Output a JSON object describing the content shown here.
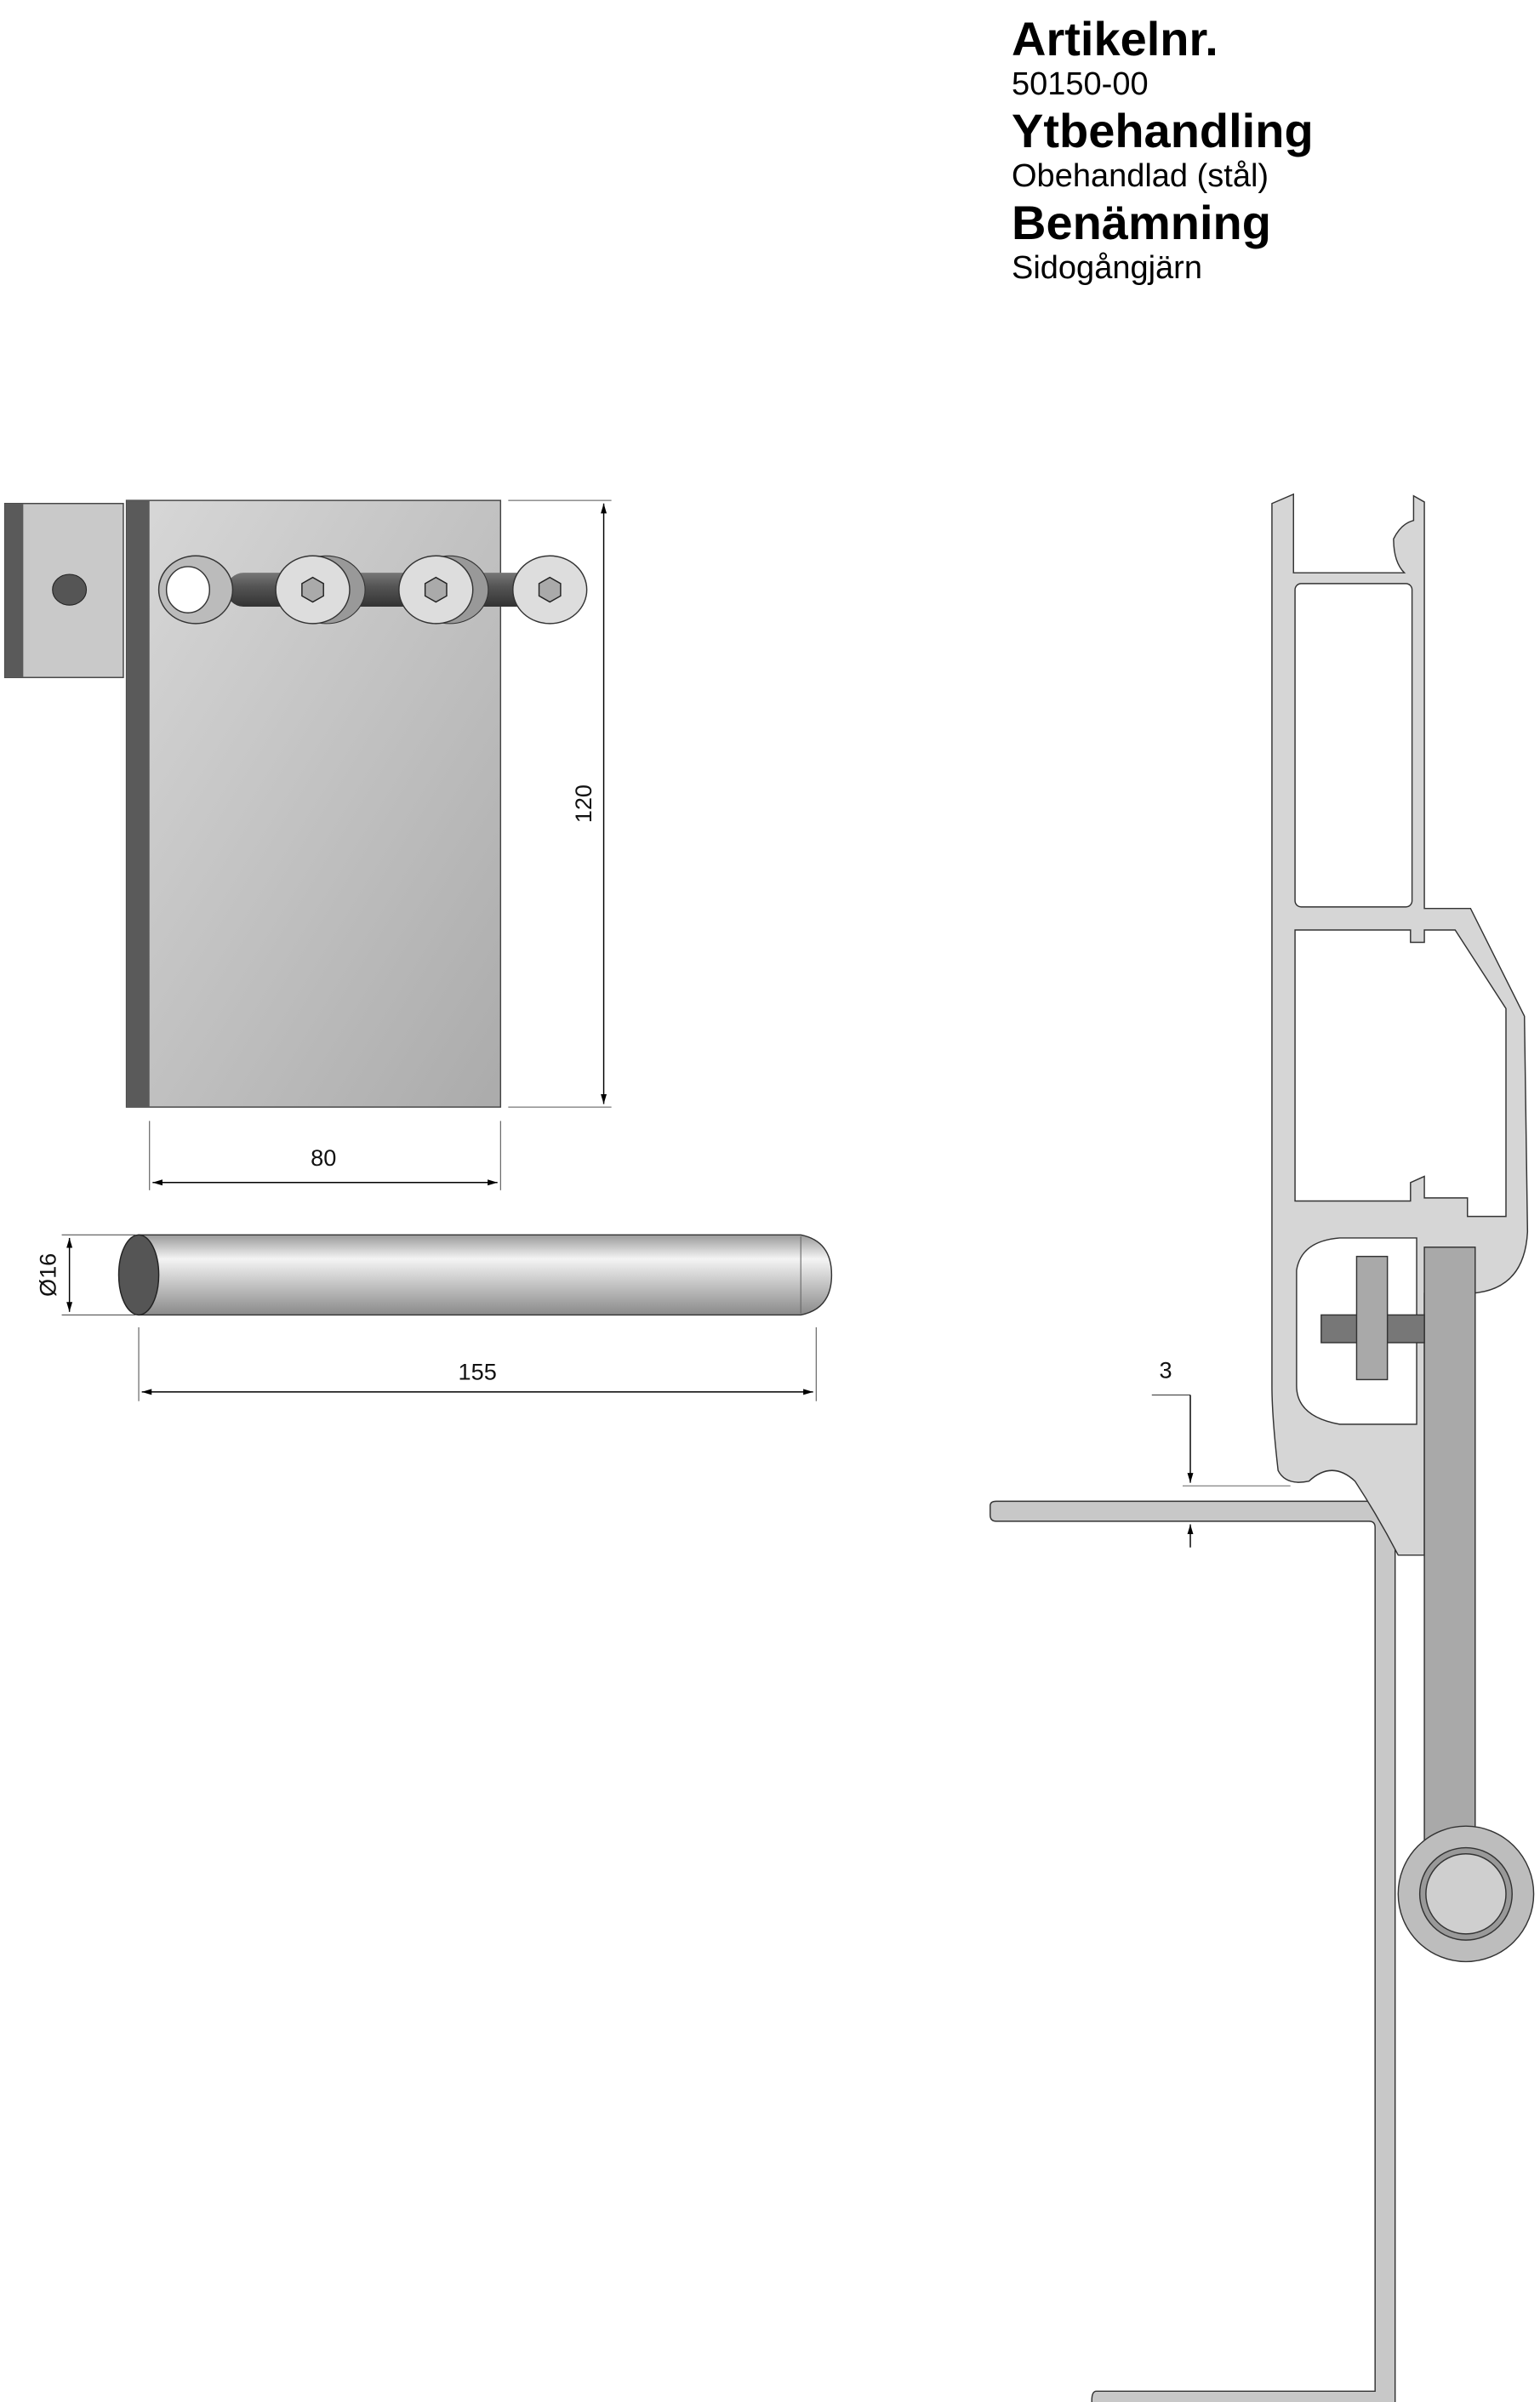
{
  "info": {
    "article_label": "Artikelnr.",
    "article_value": "50150-00",
    "surface_label": "Ytbehandling",
    "surface_value": "Obehandlad (stål)",
    "name_label": "Benämning",
    "name_value": "Sidogångjärn"
  },
  "dimensions": {
    "plate_height": "120",
    "plate_width": "80",
    "pin_diameter": "Ø16",
    "pin_length": "155",
    "gap": "3"
  },
  "colors": {
    "plate": "#c4c4c4",
    "plate_edge": "#5a5a5a",
    "profile": "#d6d6d6",
    "leaf": "#a9a9a9"
  }
}
